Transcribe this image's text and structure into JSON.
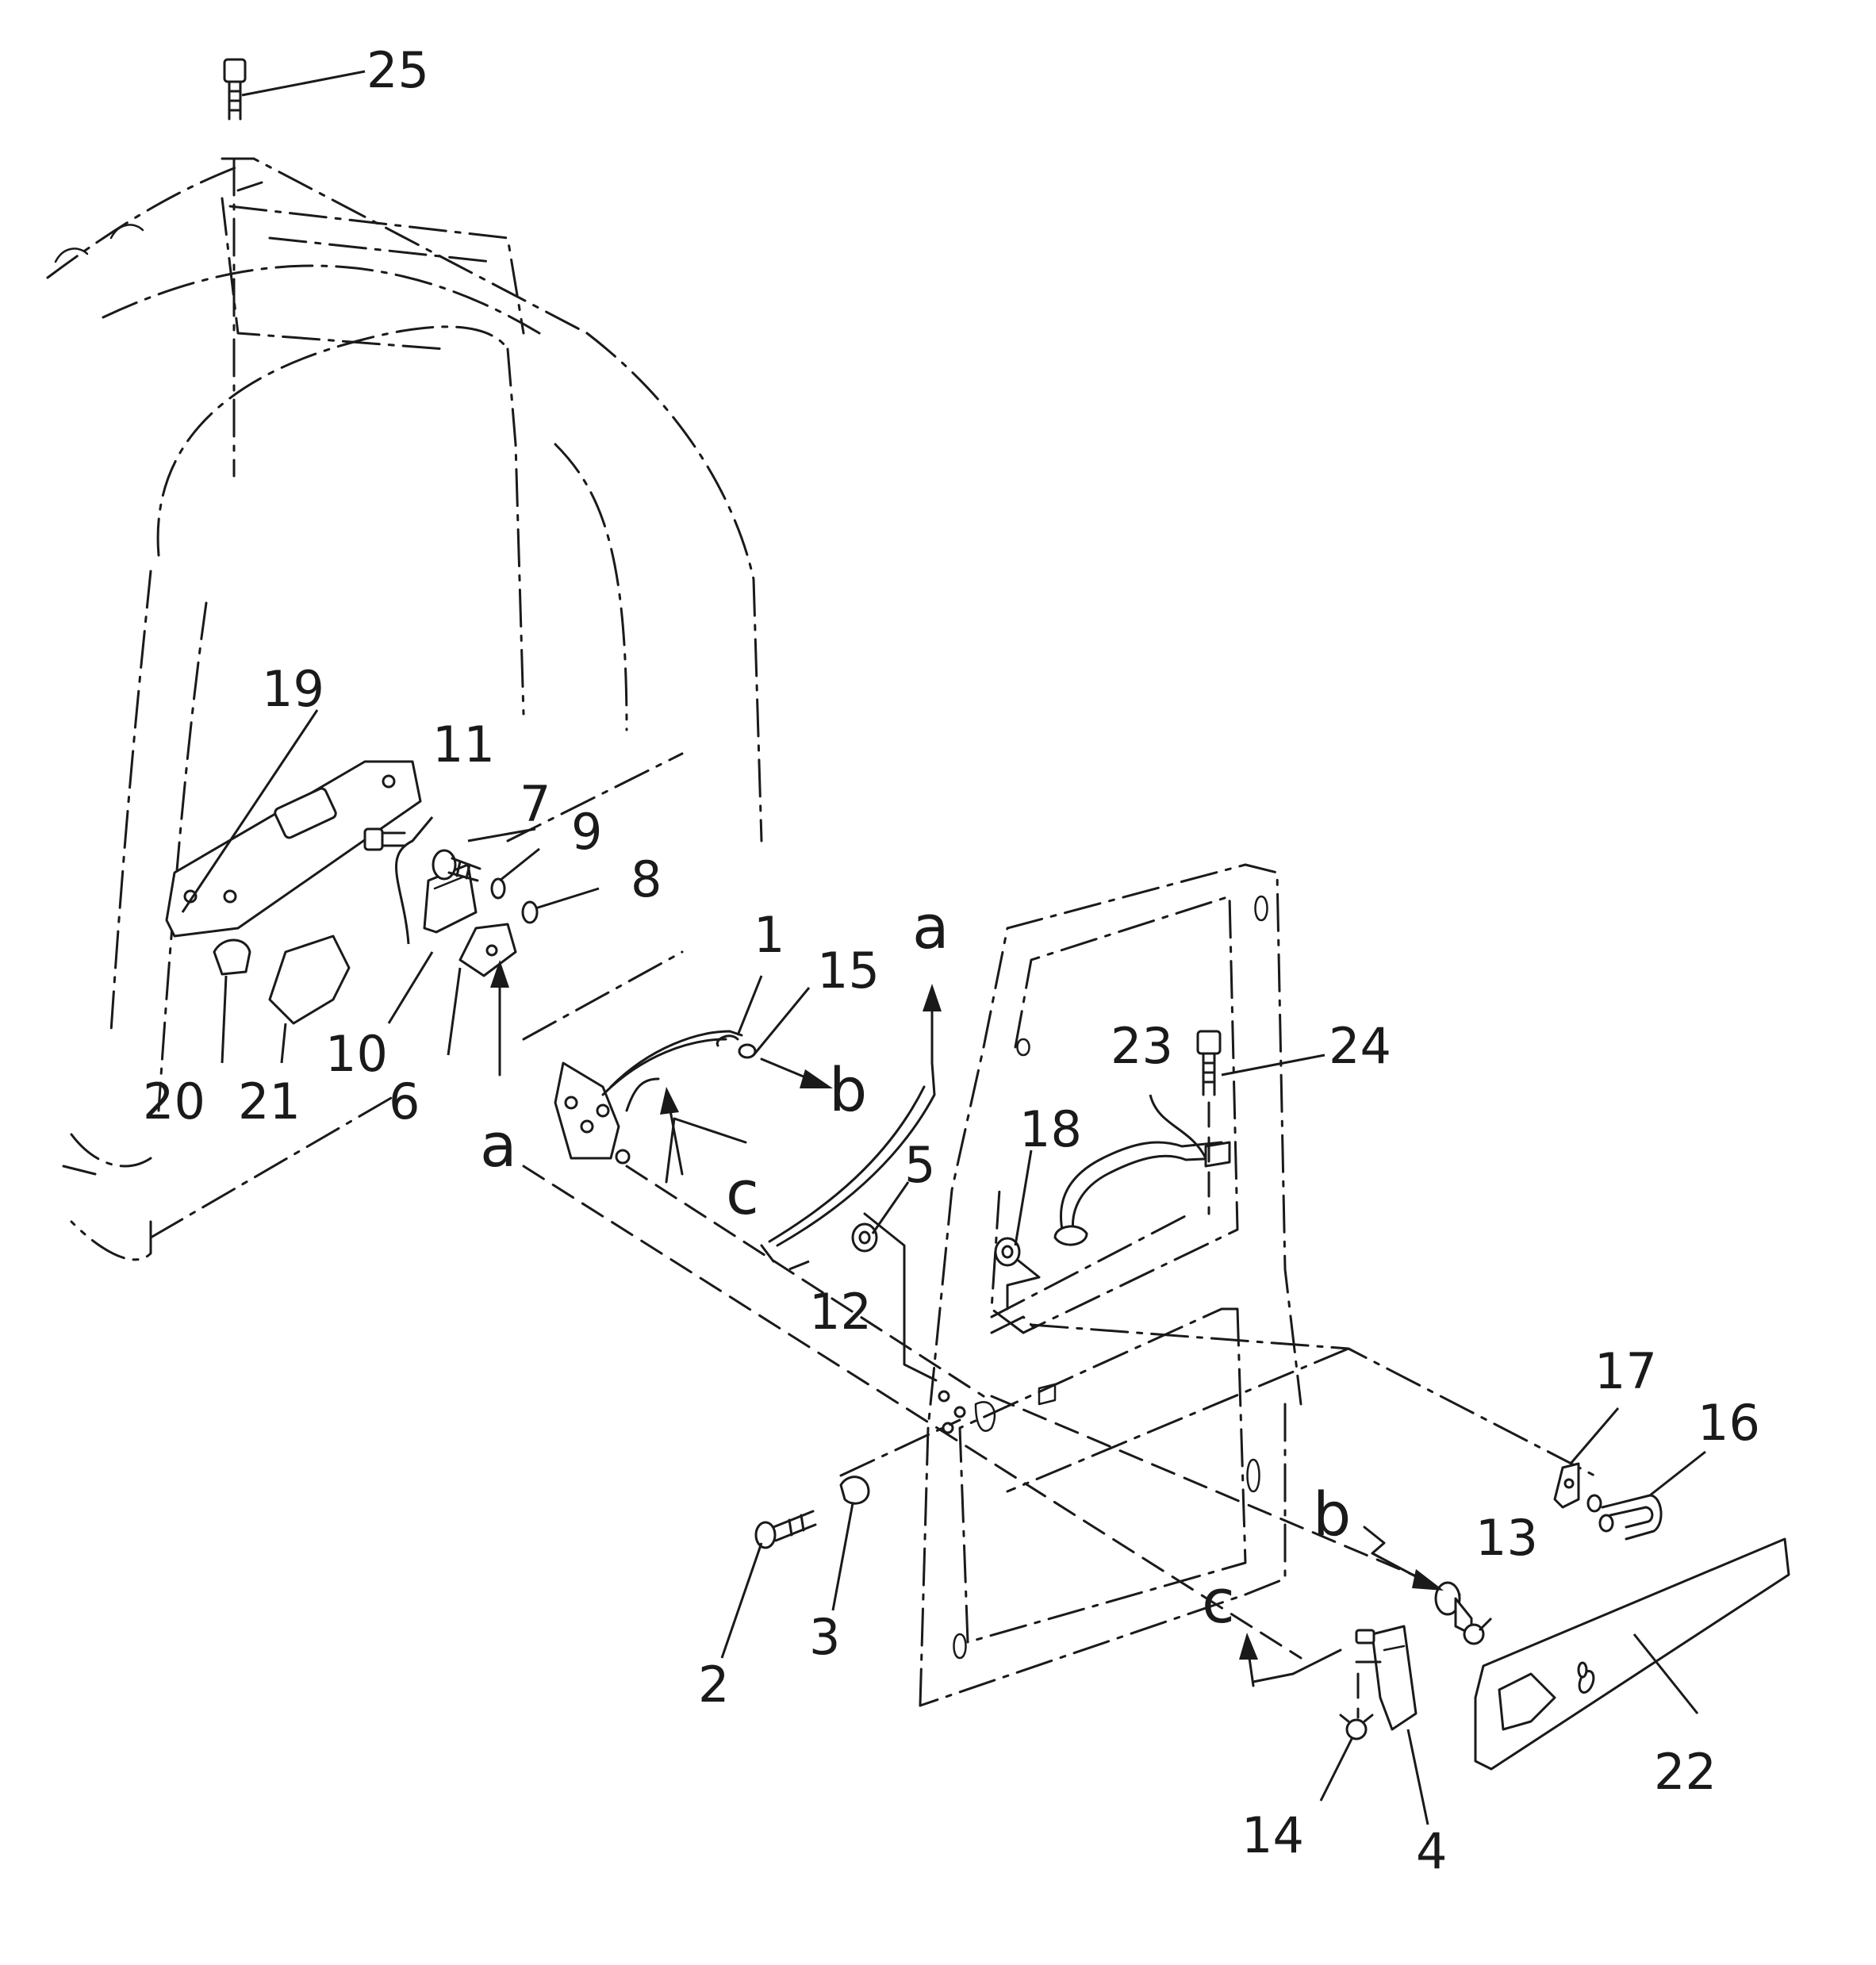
{
  "callouts": [
    "1",
    "2",
    "3",
    "4",
    "5",
    "6",
    "7",
    "8",
    "9",
    "10",
    "11",
    "12",
    "13",
    "14",
    "15",
    "16",
    "17",
    "18",
    "19",
    "20",
    "21",
    "22",
    "23",
    "24",
    "25"
  ],
  "view_markers": [
    "a",
    "a",
    "b",
    "b",
    "c",
    "c"
  ]
}
